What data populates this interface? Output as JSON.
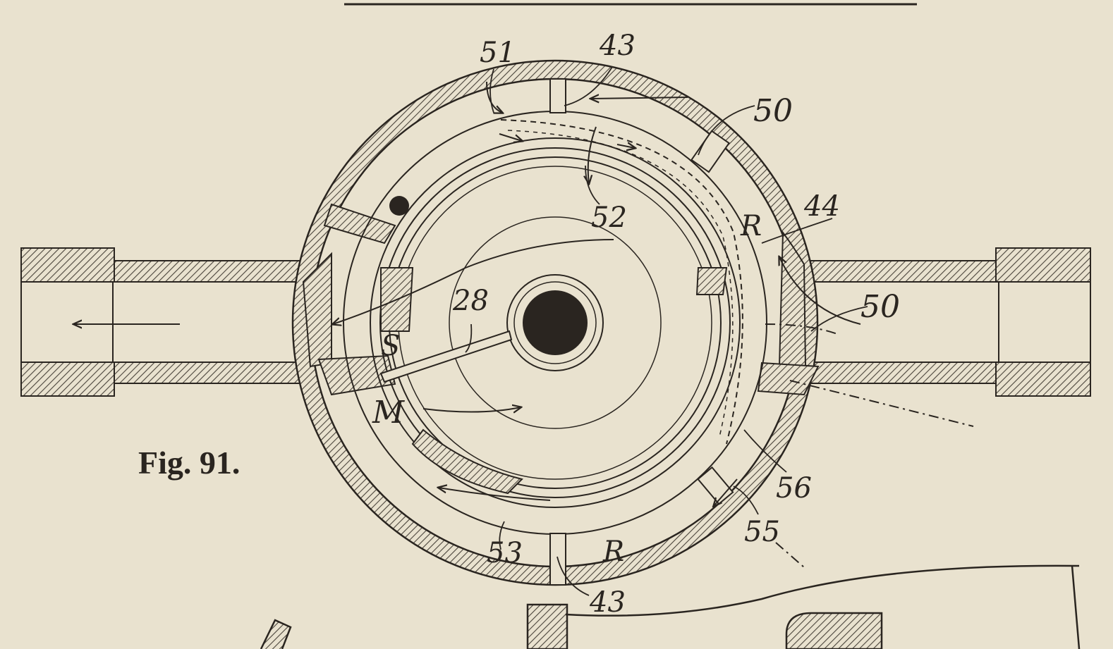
{
  "figure": {
    "caption": "Fig. 91.",
    "labels": {
      "l51": "51",
      "l43_top": "43",
      "l50_top": "50",
      "l44": "44",
      "l50_right": "50",
      "l52": "52",
      "l28": "28",
      "lR_right": "R",
      "lS": "S",
      "lM": "M",
      "l56": "56",
      "l55": "55",
      "l53": "53",
      "lR_bottom": "R",
      "l43_bottom": "43"
    }
  },
  "colors": {
    "paper": "#e9e2cf",
    "ink": "#2a2520",
    "hatch": "#4a443b"
  }
}
